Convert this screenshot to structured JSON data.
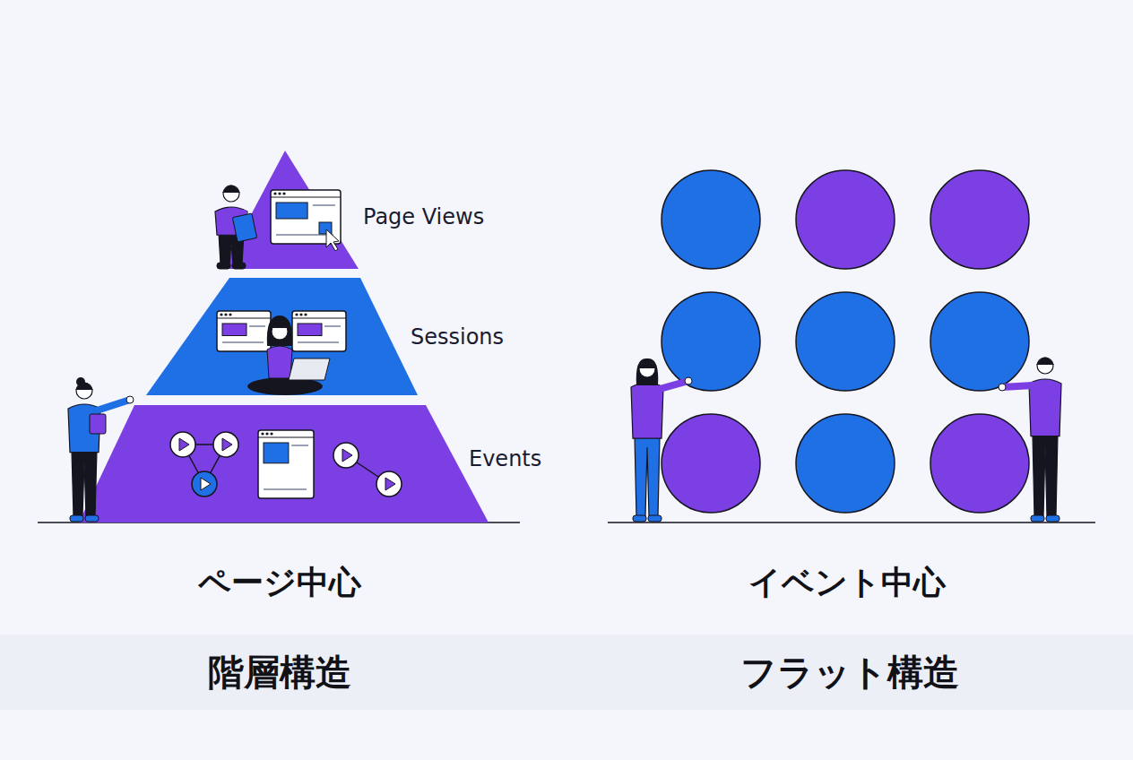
{
  "diagram": {
    "nodes": [
      {
        "text": [
          "Page Views"
        ]
      },
      {
        "text": [
          "Sessions"
        ]
      },
      {
        "text": [
          "Events"
        ]
      }
    ],
    "labels": [
      "ページ中心",
      "イベント中心",
      "階層構造",
      "フラット構造"
    ]
  }
}
